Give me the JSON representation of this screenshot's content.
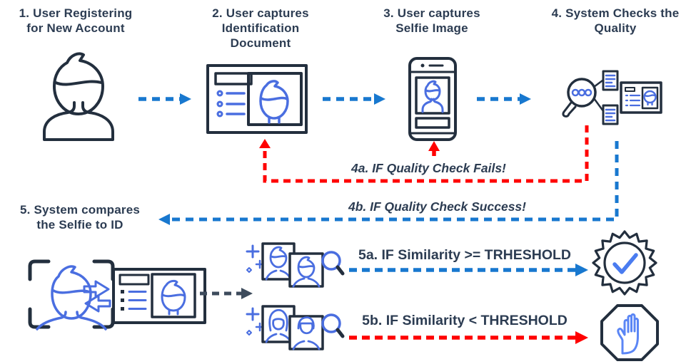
{
  "diagram": {
    "steps": {
      "step1": {
        "line1": "1. User Registering",
        "line2": "for New Account"
      },
      "step2": {
        "line1": "2. User captures",
        "line2": "Identification",
        "line3": "Document"
      },
      "step3": {
        "line1": "3. User captures",
        "line2": "Selfie Image"
      },
      "step4": {
        "line1": "4. System Checks the",
        "line2": "Quality"
      },
      "step5": {
        "line1": "5. System compares",
        "line2": "the Selfie to ID"
      }
    },
    "branches": {
      "quality_fail": "4a. IF Quality Check Fails!",
      "quality_success": "4b. IF Quality Check Success!",
      "similarity_pass": "5a. IF Similarity >= TRHESHOLD",
      "similarity_fail": "5b. IF Similarity < THRESHOLD"
    },
    "icons": {
      "step1": "user-person",
      "step2": "id-document-card",
      "step3": "smartphone-selfie",
      "step4": "magnifier-quality-check",
      "step5_frame": "face-capture-frame",
      "step5_arrows": "exchange-arrows",
      "step5_card": "id-card",
      "clusters": "face-pair-with-magnifier",
      "pass_result": "approval-seal-check",
      "fail_result": "stop-hand-octagon"
    },
    "colors": {
      "outline_dark": "#232f3e",
      "text": "#2c3c52",
      "icon_blue": "#4a6ee0",
      "hand_blue": "#5b86f5",
      "arrow_blue": "#1878cf",
      "arrow_red": "#ff0000",
      "arrow_gray": "#3d4b5c"
    }
  }
}
